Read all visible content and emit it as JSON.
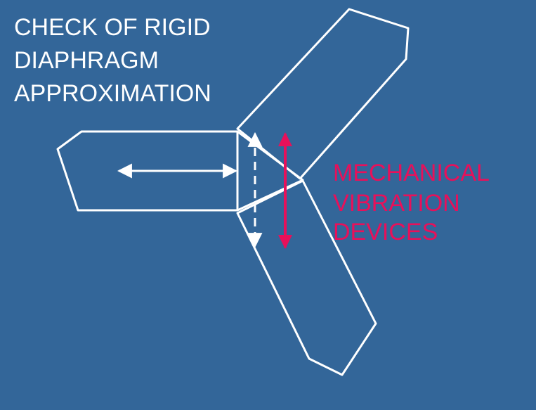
{
  "title": {
    "lines": [
      "CHECK OF RIGID",
      "DIAPHRAGM",
      "APPROXIMATION"
    ]
  },
  "label": {
    "lines": [
      "MECHANICAL",
      "VIBRATION",
      "DEVICES"
    ]
  },
  "colors": {
    "background": "#336699",
    "outline": "#ffffff",
    "vibration_arrow": "#e8105a",
    "label_text": "#e8105a"
  }
}
